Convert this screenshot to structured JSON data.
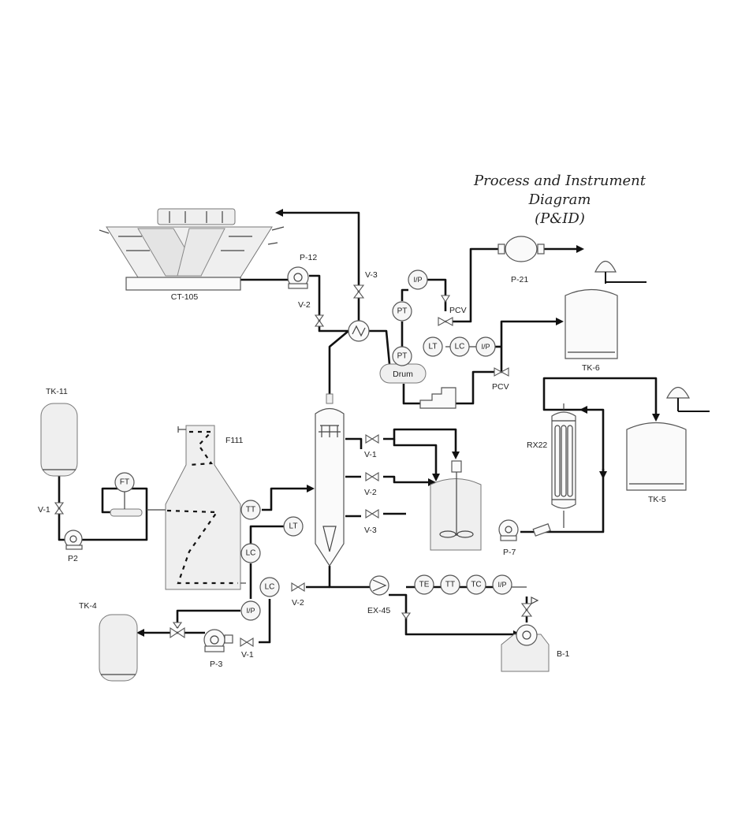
{
  "title": {
    "line1": "Process and Instrument Diagram",
    "line2": "(P&ID)"
  },
  "equipment": {
    "cooling_tower": "CT-105",
    "pump_p12": "P-12",
    "pump_p21": "P-21",
    "tank_tk6": "TK-6",
    "tank_tk11": "TK-11",
    "furnace": "F111",
    "reactor": "RX22",
    "tank_tk5": "TK-5",
    "pump_p2": "P2",
    "pump_p7": "P-7",
    "tank_tk4": "TK-4",
    "pump_p3": "P-3",
    "exchanger": "EX-45",
    "boiler": "B-1",
    "drum": "Drum"
  },
  "valves": {
    "v3_top": "V-3",
    "v2_top": "V-2",
    "pcv_top": "PCV",
    "pcv_mid": "PCV",
    "v1_left": "V-1",
    "v1_col": "V-1",
    "v2_col": "V-2",
    "v3_col": "V-3",
    "v2_bottom": "V-2",
    "v1_bottom": "V-1"
  },
  "instruments": {
    "ip_top": "I/P",
    "pt_upper": "PT",
    "pt_lower": "PT",
    "lt_drum": "LT",
    "lc_drum": "LC",
    "ip_drum": "I/P",
    "ft": "FT",
    "tt_furnace": "TT",
    "lt_column": "LT",
    "lc_column": "LC",
    "lc_bottom": "LC",
    "ip_bottom": "I/P",
    "te": "TE",
    "tt_ex": "TT",
    "tc": "TC",
    "ip_ex": "I/P"
  }
}
